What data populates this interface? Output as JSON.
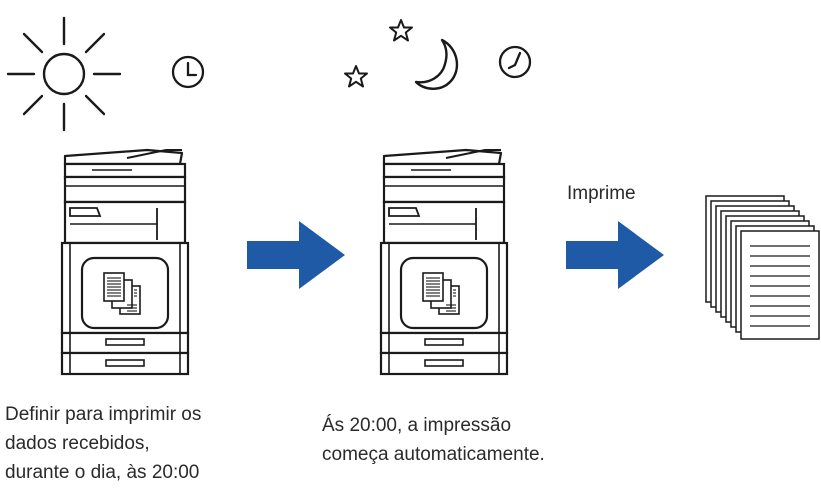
{
  "labels": {
    "print_action": "Imprime"
  },
  "captions": {
    "left": [
      "Definir para imprimir os",
      "dados recebidos,",
      "durante o dia, às 20:00"
    ],
    "middle": [
      "Ás 20:00, a impressão",
      "começa automaticamente."
    ]
  },
  "icons": {
    "day": [
      "sun-icon",
      "clock-icon"
    ],
    "night": [
      "star-icon",
      "moon-icon",
      "star-icon",
      "clock-icon"
    ],
    "devices": [
      "printer-icon",
      "printer-icon"
    ],
    "flow": [
      "arrow-right-icon",
      "arrow-right-icon"
    ],
    "output": "paper-stack-icon"
  },
  "colors": {
    "arrow": "#1f5aa6",
    "line": "#1a1a1a"
  }
}
